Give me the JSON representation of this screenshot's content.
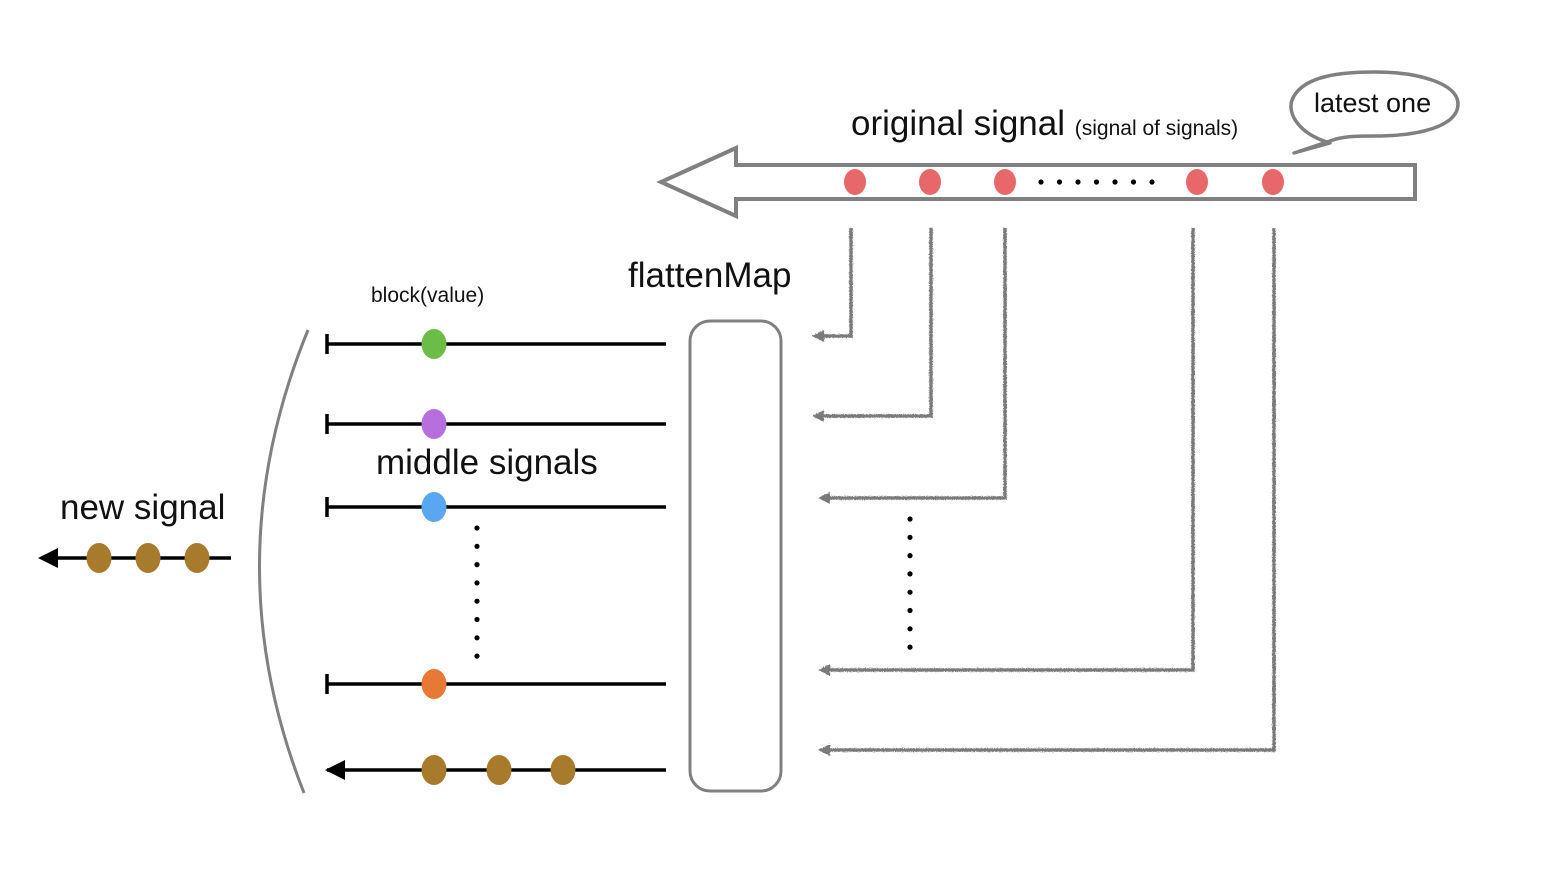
{
  "labels": {
    "original_signal": "original signal",
    "original_signal_note": "(signal of signals)",
    "latest_one": "latest one",
    "flatten_map": "flattenMap",
    "block_value": "block(value)",
    "middle_signals": "middle signals",
    "new_signal": "new signal"
  },
  "colors": {
    "original_event": "#e8676a",
    "new_event": "#a87a2c",
    "outline": "#808080",
    "line": "#000000"
  },
  "middle_signals": [
    {
      "event_color": "#6cbd45",
      "terminated": true
    },
    {
      "event_color": "#b66fdc",
      "terminated": true
    },
    {
      "event_color": "#58a7f0",
      "terminated": true
    },
    {
      "event_color": "#e87835",
      "terminated": true
    },
    {
      "event_color": "#a87a2c",
      "terminated": false,
      "event_count": 3
    }
  ],
  "original_signal_event_count": 5,
  "new_signal_event_count": 3
}
